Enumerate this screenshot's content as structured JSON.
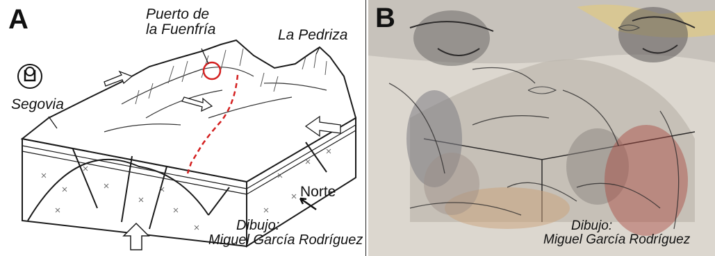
{
  "panel_a": {
    "letter": "A",
    "labels": {
      "puerto_line1": "Puerto de",
      "puerto_line2": "la Fuenfría",
      "pedriza": "La Pedriza",
      "segovia": "Segovia",
      "norte": "Norte",
      "credit_line1": "Dibujo:",
      "credit_line2": "Miguel García Rodríguez"
    },
    "colors": {
      "route": "#d42020",
      "ink": "#1a1a1a",
      "fill": "#ffffff"
    }
  },
  "panel_b": {
    "letter": "B",
    "labels": {
      "credit_line1": "Dibujo:",
      "credit_line2": "Miguel García Rodríguez"
    },
    "colors": {
      "paper": "#d9d4cc",
      "ochre": "#c9a95a",
      "red": "#a8473e",
      "charcoal": "#2c2a2a"
    }
  }
}
